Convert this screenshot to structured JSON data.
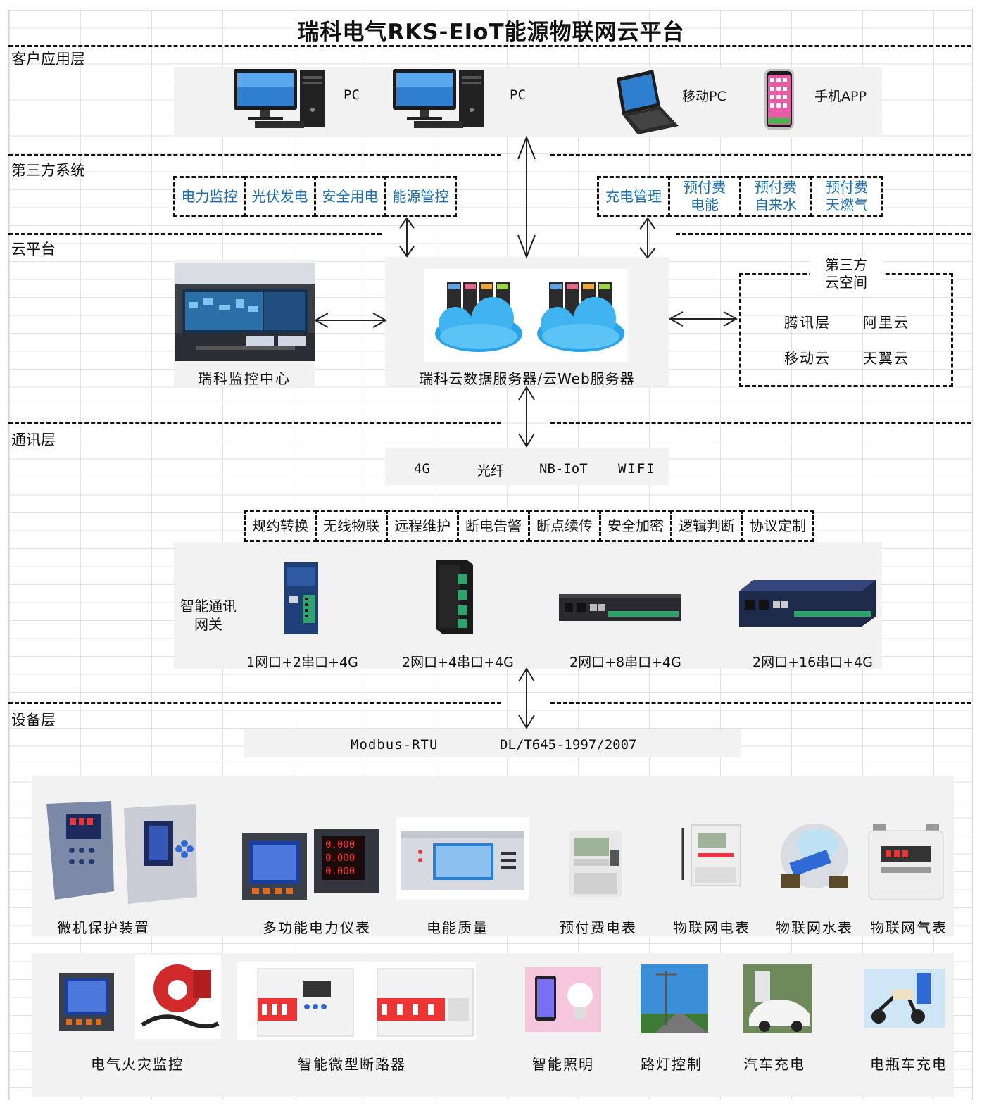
{
  "title": "瑞科电气RKS-EIoT能源物联网云平台",
  "layers": {
    "client": "客户应用层",
    "third_party": "第三方系统",
    "cloud": "云平台",
    "comm": "通讯层",
    "device": "设备层"
  },
  "client_devices": {
    "pc1": "PC",
    "pc2": "PC",
    "laptop": "移动PC",
    "phone": "手机APP"
  },
  "third_party_left": [
    "电力监控",
    "光伏发电",
    "安全用电",
    "能源管控"
  ],
  "third_party_right": [
    {
      "l1": "充电管理",
      "l2": ""
    },
    {
      "l1": "预付费",
      "l2": "电能"
    },
    {
      "l1": "预付费",
      "l2": "自来水"
    },
    {
      "l1": "预付费",
      "l2": "天燃气"
    }
  ],
  "cloud": {
    "monitor_center": "瑞科监控中心",
    "server": "瑞科云数据服务器/云Web服务器",
    "space_title_1": "第三方",
    "space_title_2": "云空间",
    "providers": [
      "腾讯层",
      "阿里云",
      "移动云",
      "天翼云"
    ]
  },
  "comm_methods": [
    "4G",
    "光纤",
    "NB-IoT",
    "WIFI"
  ],
  "gateway_features": [
    "规约转换",
    "无线物联",
    "远程维护",
    "断电告警",
    "断点续传",
    "安全加密",
    "逻辑判断",
    "协议定制"
  ],
  "gateway": {
    "label_1": "智能通讯",
    "label_2": "网关",
    "models": [
      "1网口+2串口+4G",
      "2网口+4串口+4G",
      "2网口+8串口+4G",
      "2网口+16串口+4G"
    ]
  },
  "protocols": [
    "Modbus-RTU",
    "DL/T645-1997/2007"
  ],
  "devices_row1": [
    "微机保护装置",
    "多功能电力仪表",
    "电能质量",
    "预付费电表",
    "物联网电表",
    "物联网水表",
    "物联网气表"
  ],
  "devices_row2": [
    "电气火灾监控",
    "智能微型断路器",
    "智能照明",
    "路灯控制",
    "汽车充电",
    "电瓶车充电"
  ],
  "colors": {
    "dash": "#111111",
    "panel": "#f2f2f2",
    "blue_text": "#1a6fb5",
    "grid": "#e2e2e2"
  },
  "icons": {
    "pc": "desktop-computer-icon",
    "laptop": "laptop-icon",
    "phone": "smartphone-icon",
    "server": "cloud-server-icon",
    "arrow": "double-arrow-icon"
  }
}
